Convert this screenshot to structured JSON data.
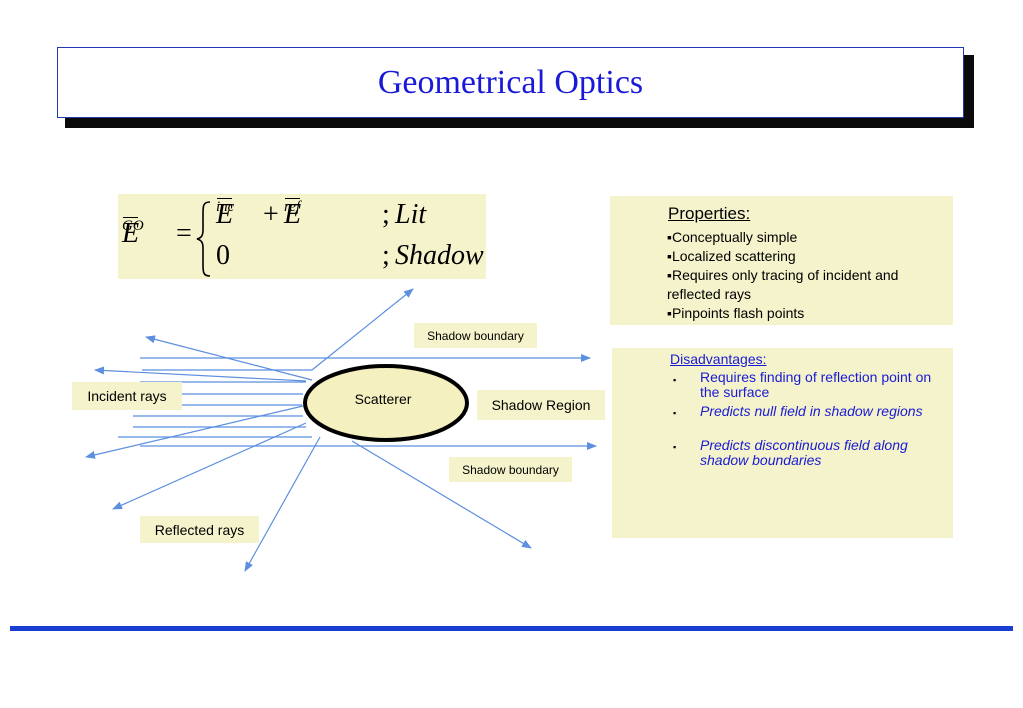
{
  "title": "Geometrical Optics",
  "equation": {
    "lhs_symbol": "E",
    "lhs_superscript": "GO",
    "equals": "=",
    "case1_term1": "E",
    "case1_sup1": "inc",
    "plus": "+",
    "case1_term2": "E",
    "case1_sup2": "ref",
    "case1_semicolon": ";",
    "case1_condition": "Lit",
    "case2_value": "0",
    "case2_semicolon": ";",
    "case2_condition": "Shadow"
  },
  "properties": {
    "heading": "Properties:",
    "items": [
      "▪Conceptually simple",
      "▪Localized scattering",
      "▪Requires only tracing of incident and reflected rays",
      "▪Pinpoints flash points"
    ]
  },
  "disadvantages": {
    "heading": "Disadvantages:",
    "bullet": "▪",
    "items": [
      "Requires finding of reflection point on the surface",
      "Predicts null field in shadow regions",
      "Predicts discontinuous field along shadow boundaries"
    ]
  },
  "diagram": {
    "scatterer_label": "Scatterer",
    "incident_label": "Incident rays",
    "reflected_label": "Reflected rays",
    "shadow_region_label": "Shadow Region",
    "shadow_boundary_top": "Shadow boundary",
    "shadow_boundary_bottom": "Shadow boundary"
  },
  "colors": {
    "accent_blue": "#1a1ad6",
    "ray_blue": "#5b8fe0",
    "label_bg": "#f4f3cb",
    "scatterer_fill": "#f5f0c0"
  }
}
